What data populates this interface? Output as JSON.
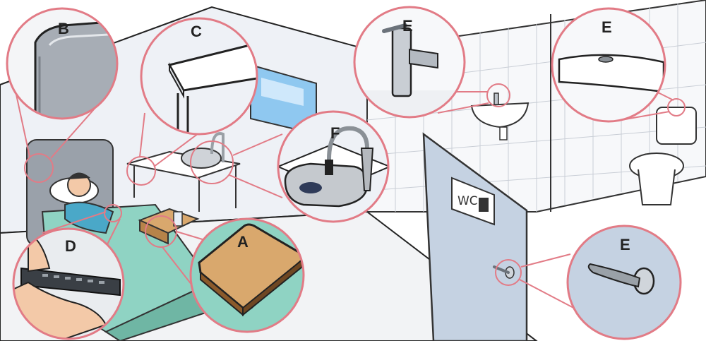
{
  "callouts": [
    {
      "id": "A",
      "label": "A"
    },
    {
      "id": "B",
      "label": "B"
    },
    {
      "id": "C",
      "label": "C"
    },
    {
      "id": "D",
      "label": "D"
    },
    {
      "id": "E1",
      "label": "E"
    },
    {
      "id": "E2",
      "label": "E"
    },
    {
      "id": "E3",
      "label": "E"
    },
    {
      "id": "F",
      "label": "F"
    }
  ],
  "door_sign": {
    "text": "WC"
  },
  "colors": {
    "callout_ring": "#e27b86",
    "bed_sheet": "#8fd3c3",
    "tray": "#c89a63",
    "wall": "#eef1f6",
    "floor": "#f2f3f5"
  }
}
